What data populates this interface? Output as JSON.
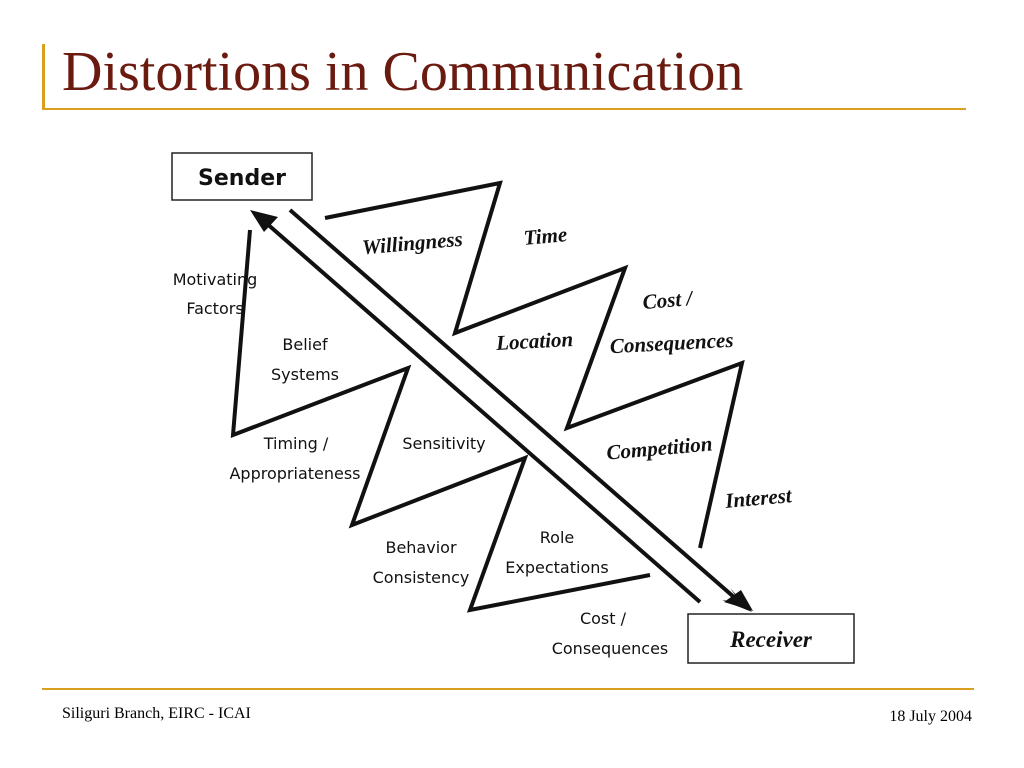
{
  "slide": {
    "title": "Distortions in Communication",
    "footer_left": "Siliguri Branch, EIRC - ICAI",
    "footer_right": "18 July 2004"
  },
  "diagram": {
    "sender": "Sender",
    "receiver": "Receiver",
    "upper_labels": {
      "willingness": "Willingness",
      "time": "Time",
      "location": "Location",
      "cost_1": "Cost /",
      "cost_2": "Consequences",
      "competition": "Competition",
      "interest": "Interest"
    },
    "lower_labels": {
      "motivating_1": "Motivating",
      "motivating_2": "Factors",
      "belief_1": "Belief",
      "belief_2": "Systems",
      "timing_1": "Timing /",
      "timing_2": "Appropriateness",
      "sensitivity": "Sensitivity",
      "behavior_1": "Behavior",
      "behavior_2": "Consistency",
      "role_1": "Role",
      "role_2": "Expectations",
      "cost_1": "Cost /",
      "cost_2": "Consequences"
    },
    "colors": {
      "title": "#6b1a10",
      "accent_rule": "#d9a020"
    }
  }
}
